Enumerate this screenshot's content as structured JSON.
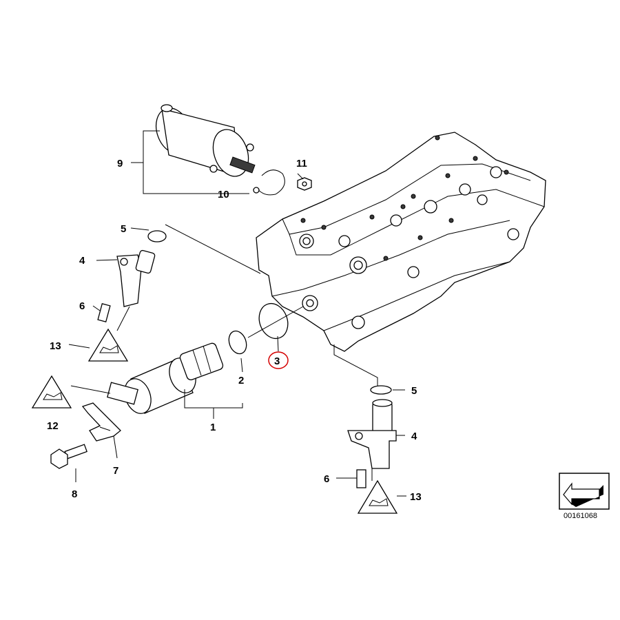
{
  "callouts": {
    "n1": "1",
    "n2": "2",
    "n3": "3",
    "n4a": "4",
    "n4b": "4",
    "n5a": "5",
    "n5b": "5",
    "n6a": "6",
    "n6b": "6",
    "n7": "7",
    "n8": "8",
    "n9": "9",
    "n10": "10",
    "n11": "11",
    "n12": "12",
    "n13a": "13",
    "n13b": "13"
  },
  "highlight_color": "#d40000",
  "reference_code": "00161068"
}
